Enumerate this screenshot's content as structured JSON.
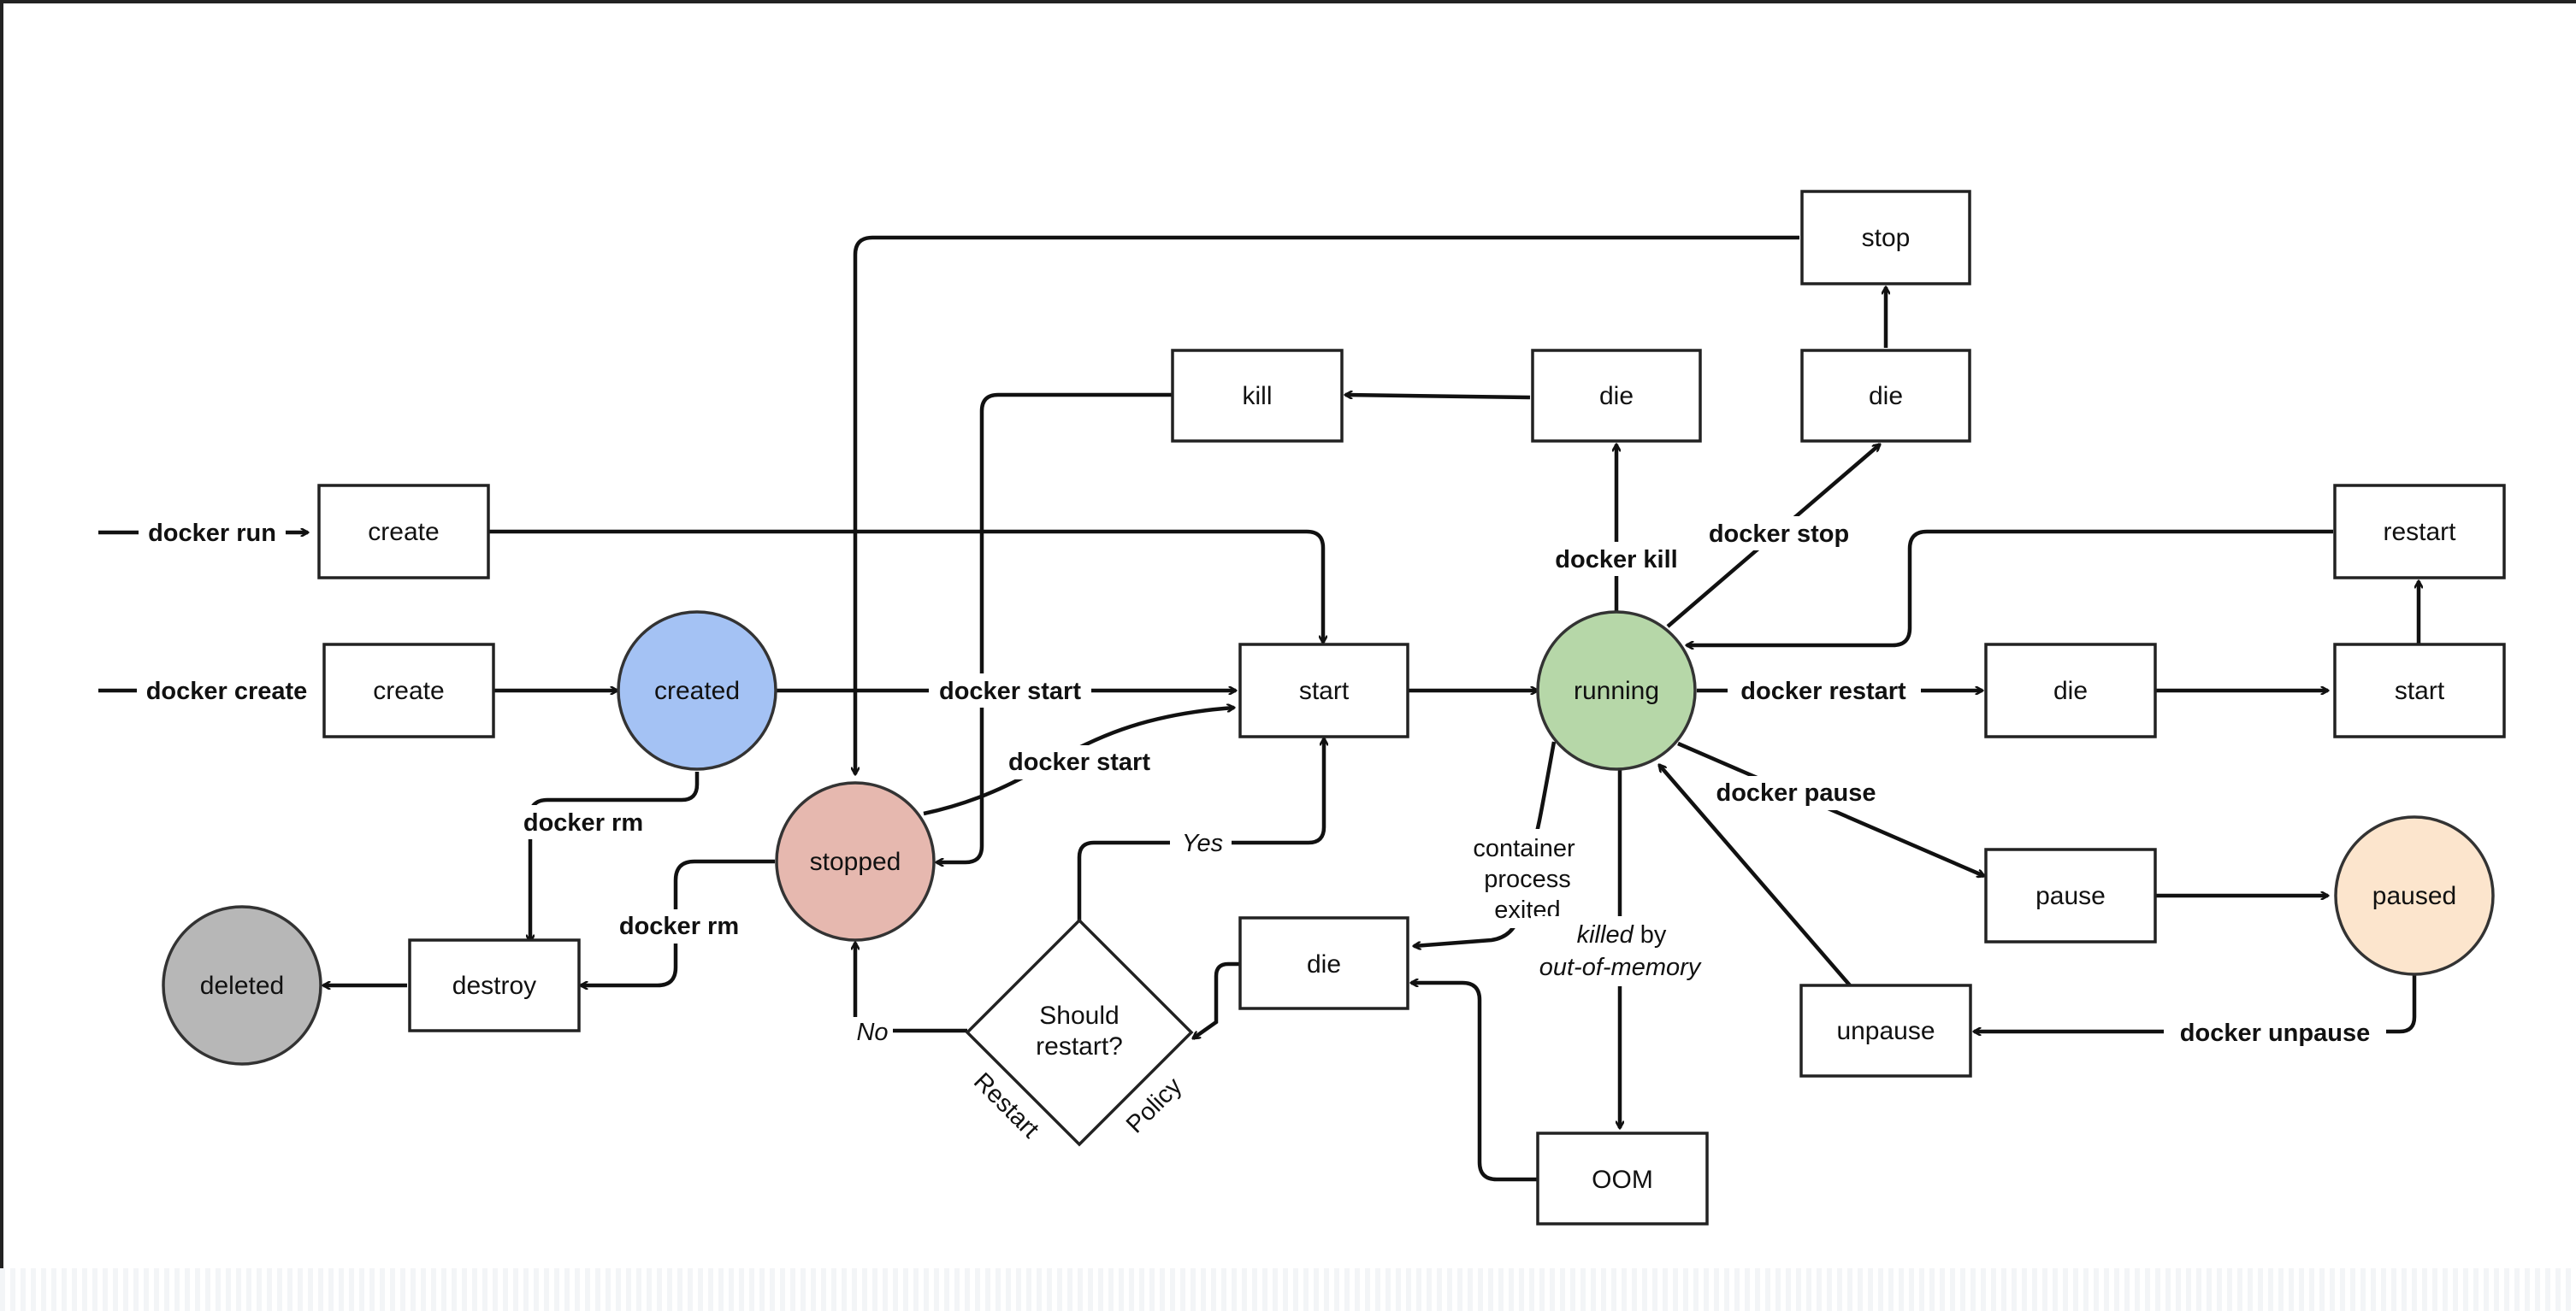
{
  "colors": {
    "created": "#a4c2f4",
    "stopped": "#e6b8af",
    "running": "#b6d7a8",
    "paused": "#fce5cd",
    "deleted": "#b7b7b7"
  },
  "states": {
    "created": "created",
    "stopped": "stopped",
    "running": "running",
    "paused": "paused",
    "deleted": "deleted"
  },
  "events": {
    "create_run": "create",
    "create": "create",
    "start_main": "start",
    "kill": "kill",
    "die_kill": "die",
    "die_stop": "die",
    "stop": "stop",
    "restart": "restart",
    "die_restart": "die",
    "start_restart": "start",
    "pause": "pause",
    "unpause": "unpause",
    "die_exit": "die",
    "oom": "OOM",
    "destroy": "destroy"
  },
  "decision": {
    "line1": "Should",
    "line2": "restart?",
    "side_left": "Restart",
    "side_right": "Policy"
  },
  "commands": {
    "docker_run": "docker run",
    "docker_create": "docker create",
    "docker_start": "docker start",
    "docker_start_2": "docker start",
    "docker_kill": "docker kill",
    "docker_stop": "docker stop",
    "docker_restart": "docker restart",
    "docker_pause": "docker pause",
    "docker_unpause": "docker unpause",
    "docker_rm": "docker rm",
    "docker_rm_2": "docker rm"
  },
  "annotations": {
    "yes": "Yes",
    "no": "No",
    "exit_line1": "container",
    "exit_line2": "process",
    "exit_line3": "exited",
    "oom_line1_italic": "killed",
    "oom_line1_rest": " by",
    "oom_line2": "out-of-memory"
  }
}
